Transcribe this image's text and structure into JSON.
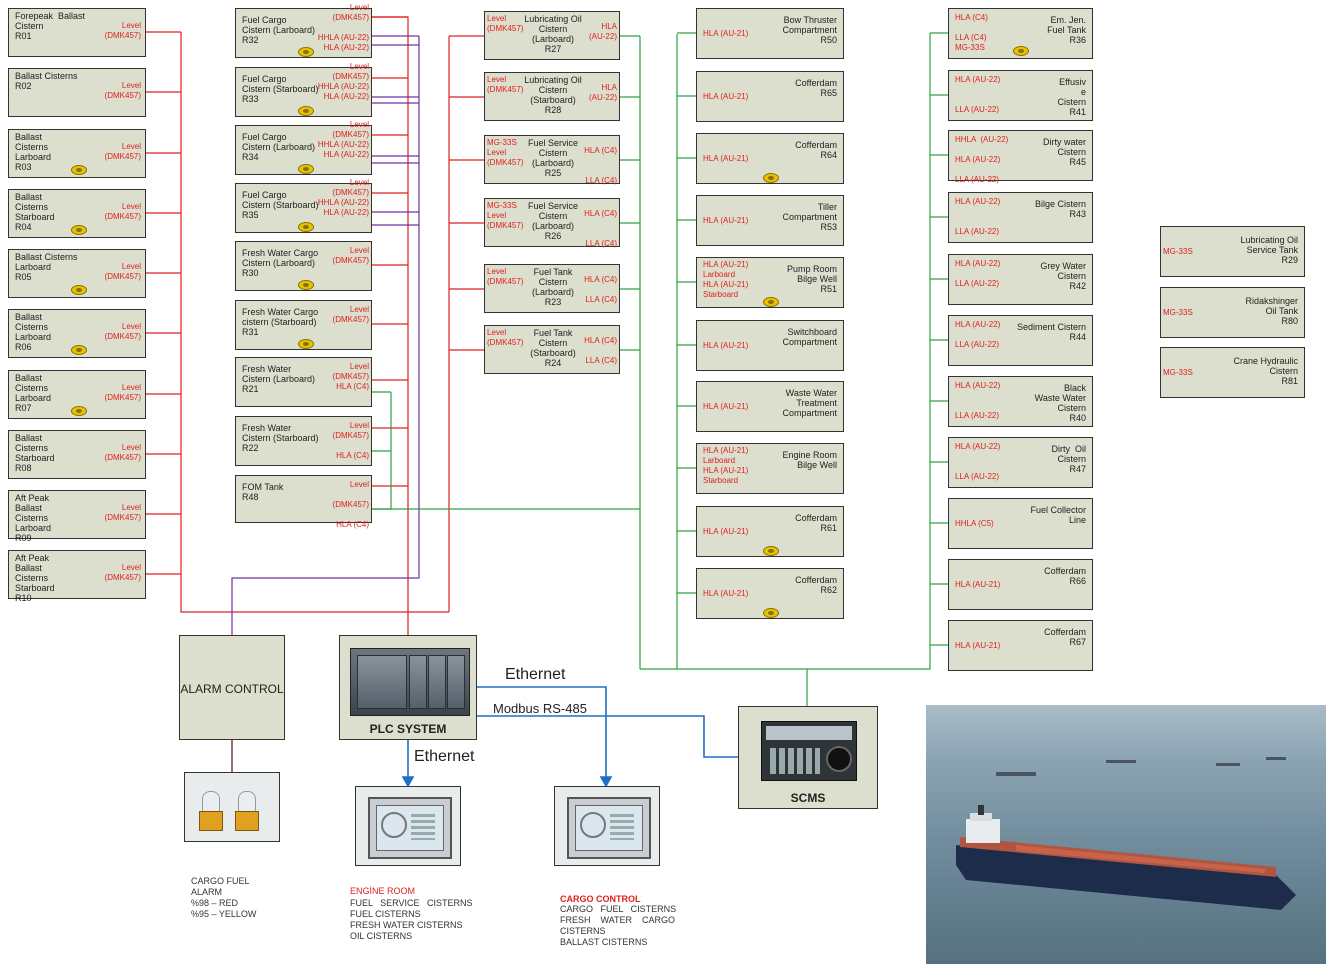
{
  "col1": [
    {
      "n": "Forepeak  Ballast\nCistern\nR01",
      "s": "Level\n(DMK457)",
      "ex": false
    },
    {
      "n": "Ballast Cisterns\nR02",
      "s": "Level\n(DMK457)",
      "ex": false
    },
    {
      "n": "Ballast\nCisterns\nLarboard\nR03",
      "s": "Level\n(DMK457)",
      "ex": true
    },
    {
      "n": "Ballast\nCisterns\nStarboard\nR04",
      "s": "Level\n(DMK457)",
      "ex": true
    },
    {
      "n": "Ballast Cisterns\nLarboard\nR05",
      "s": "Level\n(DMK457)",
      "ex": true
    },
    {
      "n": "Ballast\nCisterns\nLarboard\nR06",
      "s": "Level\n(DMK457)",
      "ex": true
    },
    {
      "n": "Ballast\nCisterns\nLarboard\nR07",
      "s": "Level\n(DMK457)",
      "ex": true
    },
    {
      "n": "Ballast\nCisterns\nStarboard\nR08",
      "s": "Level\n(DMK457)",
      "ex": false
    },
    {
      "n": "Aft Peak\nBallast\nCisterns\nLarboard\nR09",
      "s": "Level\n(DMK457)",
      "ex": false
    },
    {
      "n": "Aft Peak\nBallast\nCisterns\nStarboard\nR10",
      "s": "Level\n(DMK457)",
      "ex": false
    }
  ],
  "col2": [
    {
      "n": "Fuel Cargo\nCistern (Larboard)\nR32",
      "s": "Level\n(DMK457)\n\nHHLA (AU-22)\nHLA (AU-22)",
      "ex": true
    },
    {
      "n": "Fuel Cargo\nCistern (Starboard)\nR33",
      "s": "Level\n(DMK457)\nHHLA (AU-22)\nHLA (AU-22)",
      "ex": true
    },
    {
      "n": "Fuel Cargo\nCistern (Larboard)\nR34",
      "s": "Level\n(DMK457)\nHHLA (AU-22)\nHLA (AU-22)",
      "ex": true
    },
    {
      "n": "Fuel Cargo\nCistern (Starboard)\nR35",
      "s": "Level\n(DMK457)\nHHLA (AU-22)\nHLA (AU-22)",
      "ex": true
    },
    {
      "n": "Fresh Water Cargo\nCistern (Larboard)\nR30",
      "s": "Level\n(DMK457)",
      "ex": true
    },
    {
      "n": "Fresh Water Cargo\ncistern (Starboard)\nR31",
      "s": "Level\n(DMK457)",
      "ex": true
    },
    {
      "n": "Fresh Water\nCistern (Larboard)\nR21",
      "s": "Level\n(DMK457)\nHLA (C4)",
      "ex": false
    },
    {
      "n": "Fresh Water\nCistern (Starboard)\nR22",
      "s": "Level\n(DMK457)\n\nHLA (C4)",
      "ex": false
    },
    {
      "n": "FOM Tank\nR48",
      "s": "Level\n\n(DMK457)\n\nHLA (C4)",
      "ex": false
    }
  ],
  "col3": [
    {
      "n": "Lubricating Oil\nCistern\n(Larboard)\nR27",
      "sl": "Level\n(DMK457)",
      "sr": "HLA\n(AU-22)"
    },
    {
      "n": "Lubricating Oil\nCistern\n(Starboard)\nR28",
      "sl": "Level\n(DMK457)",
      "sr": "HLA\n(AU-22)"
    },
    {
      "n": "Fuel Service\nCistern\n(Larboard)\nR25",
      "sl": "MG-33S\nLevel\n(DMK457)",
      "sr": "HLA (C4)\n\n\nLLA (C4)"
    },
    {
      "n": "Fuel Service\nCistern\n(Larboard)\nR26",
      "sl": "MG-33S\nLevel\n(DMK457)",
      "sr": "HLA (C4)\n\n\nLLA (C4)"
    },
    {
      "n": "Fuel Tank\nCistern\n(Larboard)\nR23",
      "sl": "Level\n(DMK457)",
      "sr": "HLA (C4)\n\nLLA (C4)"
    },
    {
      "n": "Fuel Tank\nCistern\n(Starboard)\nR24",
      "sl": "Level\n(DMK457)",
      "sr": "HLA (C4)\n\nLLA (C4)"
    }
  ],
  "col4": [
    {
      "n": "Bow Thruster\nCompartment\nR50",
      "s": "HLA (AU-21)",
      "ex": false
    },
    {
      "n": "Cofferdam\nR65",
      "s": "HLA (AU-21)",
      "ex": false
    },
    {
      "n": "Cofferdam\nR64",
      "s": "HLA (AU-21)",
      "ex": true
    },
    {
      "n": "Tiller\nCompartment\nR53",
      "s": "HLA (AU-21)",
      "ex": false
    },
    {
      "n": "Pump Room\nBilge Well\nR51",
      "s": "HLA (AU-21)\nLarboard\nHLA (AU-21)\nStarboard",
      "ex": true
    },
    {
      "n": "Switchboard\nCompartment",
      "s": "HLA (AU-21)",
      "ex": false
    },
    {
      "n": "Waste Water\nTreatment\nCompartment",
      "s": "HLA (AU-21)",
      "ex": false
    },
    {
      "n": "Engine Room\nBilge Well",
      "s": "HLA (AU-21)\nLarboard\nHLA (AU-21)\nStarboard",
      "ex": false
    },
    {
      "n": "Cofferdam\nR61",
      "s": "HLA (AU-21)",
      "ex": true
    },
    {
      "n": "Cofferdam\nR62",
      "s": "HLA (AU-21)",
      "ex": true
    }
  ],
  "col5": [
    {
      "n": "Em. Jen.\nFuel Tank\nR36",
      "s": "HLA (C4)\n\nLLA (C4)\nMG-33S",
      "ex": true
    },
    {
      "n": "Effusiv\ne\nCistern\nR41",
      "s": "HLA (AU-22)\n\n\nLLA (AU-22)",
      "ex": false
    },
    {
      "n": "Dirty water\nCistern\nR45",
      "s": "HHLA  (AU-22)\n\nHLA (AU-22)\n\nLLA (AU-22)",
      "ex": false
    },
    {
      "n": "Bilge Cistern\nR43",
      "s": "HLA (AU-22)\n\n\nLLA (AU-22)",
      "ex": false
    },
    {
      "n": "Grey Water\nCistern\nR42",
      "s": "HLA (AU-22)\n\nLLA (AU-22)",
      "ex": false
    },
    {
      "n": "Sediment Cistern\nR44",
      "s": "HLA (AU-22)\n\nLLA (AU-22)",
      "ex": false
    },
    {
      "n": "Black\nWaste Water\nCistern\nR40",
      "s": "HLA (AU-22)\n\n\nLLA (AU-22)",
      "ex": false
    },
    {
      "n": "Dirty  Oil\nCistern\nR47",
      "s": "HLA (AU-22)\n\n\nLLA (AU-22)",
      "ex": false
    },
    {
      "n": "Fuel Collector\nLine",
      "s": "HHLA (C5)",
      "ex": false
    },
    {
      "n": "Cofferdam\nR66",
      "s": "HLA (AU-21)",
      "ex": false
    },
    {
      "n": "Cofferdam\nR67",
      "s": "HLA (AU-21)",
      "ex": false
    }
  ],
  "col6": [
    {
      "n": "Lubricating Oil\nService Tank\nR29",
      "s": "MG-33S"
    },
    {
      "n": "Ridakshinger\nOil Tank\nR80",
      "s": "MG-33S"
    },
    {
      "n": "Crane Hydraulic\nCistern\nR81",
      "s": "MG-33S"
    }
  ],
  "alarm": {
    "label": "ALARM CONTROL"
  },
  "plc": {
    "label": "PLC SYSTEM"
  },
  "scms": {
    "label": "SCMS"
  },
  "net": {
    "eth1": "Ethernet",
    "eth2": "Ethernet",
    "modbus": "Modbus RS-485"
  },
  "captions": {
    "alarm": "CARGO FUEL\nALARM\n%98 – RED\n%95 – YELLOW",
    "engine_title": "ENGİNE ROOM",
    "engine": "FUEL   SERVICE   CISTERNS\nFUEL CISTERNS\nFRESH WATER CISTERNS\nOIL CISTERNS",
    "cargo_title": "CARGO CONTROL",
    "cargo": "CARGO   FUEL   CISTERNS\nFRESH    WATER    CARGO\nCISTERNS\nBALLAST CISTERNS"
  },
  "colors": {
    "red": "#e02020",
    "purple": "#7030a0",
    "green": "#2ea043",
    "blue": "#1f6fc5",
    "panel": "#dcdfcd"
  }
}
